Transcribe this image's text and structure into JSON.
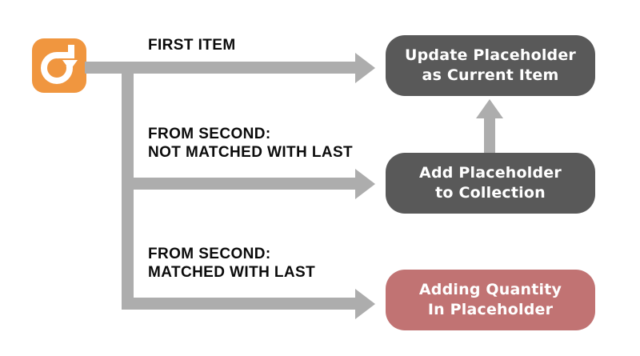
{
  "diagram": {
    "type": "flowchart",
    "start": {
      "icon": "redo-rotate-right-icon",
      "color": "#F0963F"
    },
    "branches": [
      {
        "label": [
          "FIRST ITEM"
        ],
        "target": "Update Placeholder as Current Item"
      },
      {
        "label": [
          "FROM SECOND:",
          "NOT MATCHED WITH LAST"
        ],
        "target": "Add Placeholder to Collection"
      },
      {
        "label": [
          "FROM SECOND:",
          "MATCHED WITH LAST"
        ],
        "target": "Adding Quantity In Placeholder"
      }
    ],
    "nodes": [
      {
        "id": "update-placeholder-node",
        "lines": [
          "Update Placeholder",
          "as Current Item"
        ],
        "bg": "#595959",
        "text_color": "#FFFFFF"
      },
      {
        "id": "add-placeholder-node",
        "lines": [
          "Add Placeholder",
          "to Collection"
        ],
        "bg": "#595959",
        "text_color": "#FFFFFF"
      },
      {
        "id": "adding-quantity-node",
        "lines": [
          "Adding Quantity",
          "In Placeholder"
        ],
        "bg": "#C17373",
        "text_color": "#FFFFFF"
      }
    ],
    "edges": [
      {
        "from": "add-placeholder-node",
        "to": "update-placeholder-node",
        "direction": "up"
      }
    ],
    "colors": {
      "connector": "#ADADAD",
      "label_text": "#0B0B0B",
      "background": "#FFFFFF"
    }
  }
}
